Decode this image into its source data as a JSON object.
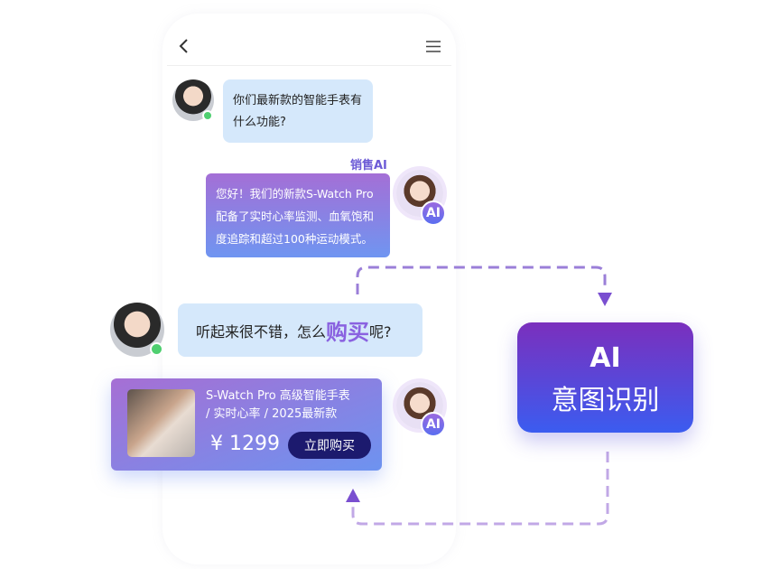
{
  "header": {
    "back_icon": "chevron-left-icon",
    "menu_icon": "hamburger-menu-icon"
  },
  "messages": [
    {
      "role": "user",
      "text_lines": [
        "你们最新款的智能手表有",
        "什么功能?"
      ]
    },
    {
      "role": "ai",
      "sender": "销售AI",
      "badge": "AI",
      "text_lines": [
        "您好！我们的新款S-Watch Pro",
        "配备了实时心率监测、血氧饱和",
        "度追踪和超过100种运动模式。"
      ]
    },
    {
      "role": "user",
      "text_before": "听起来很不错，怎么",
      "highlight": "购买",
      "text_after": "呢?"
    }
  ],
  "product": {
    "title_lines": [
      "S-Watch Pro 高级智能手表",
      "/ 实时心率 / 2025最新款"
    ],
    "price": "¥ 1299",
    "buy_label": "立即购买",
    "badge": "AI"
  },
  "intent_box": {
    "title": "AI",
    "subtitle": "意图识别"
  },
  "colors": {
    "accent": "#6c5bd6",
    "dashed": "#9b7fd8",
    "online": "#4fcf70",
    "button": "#1c1a6e"
  }
}
